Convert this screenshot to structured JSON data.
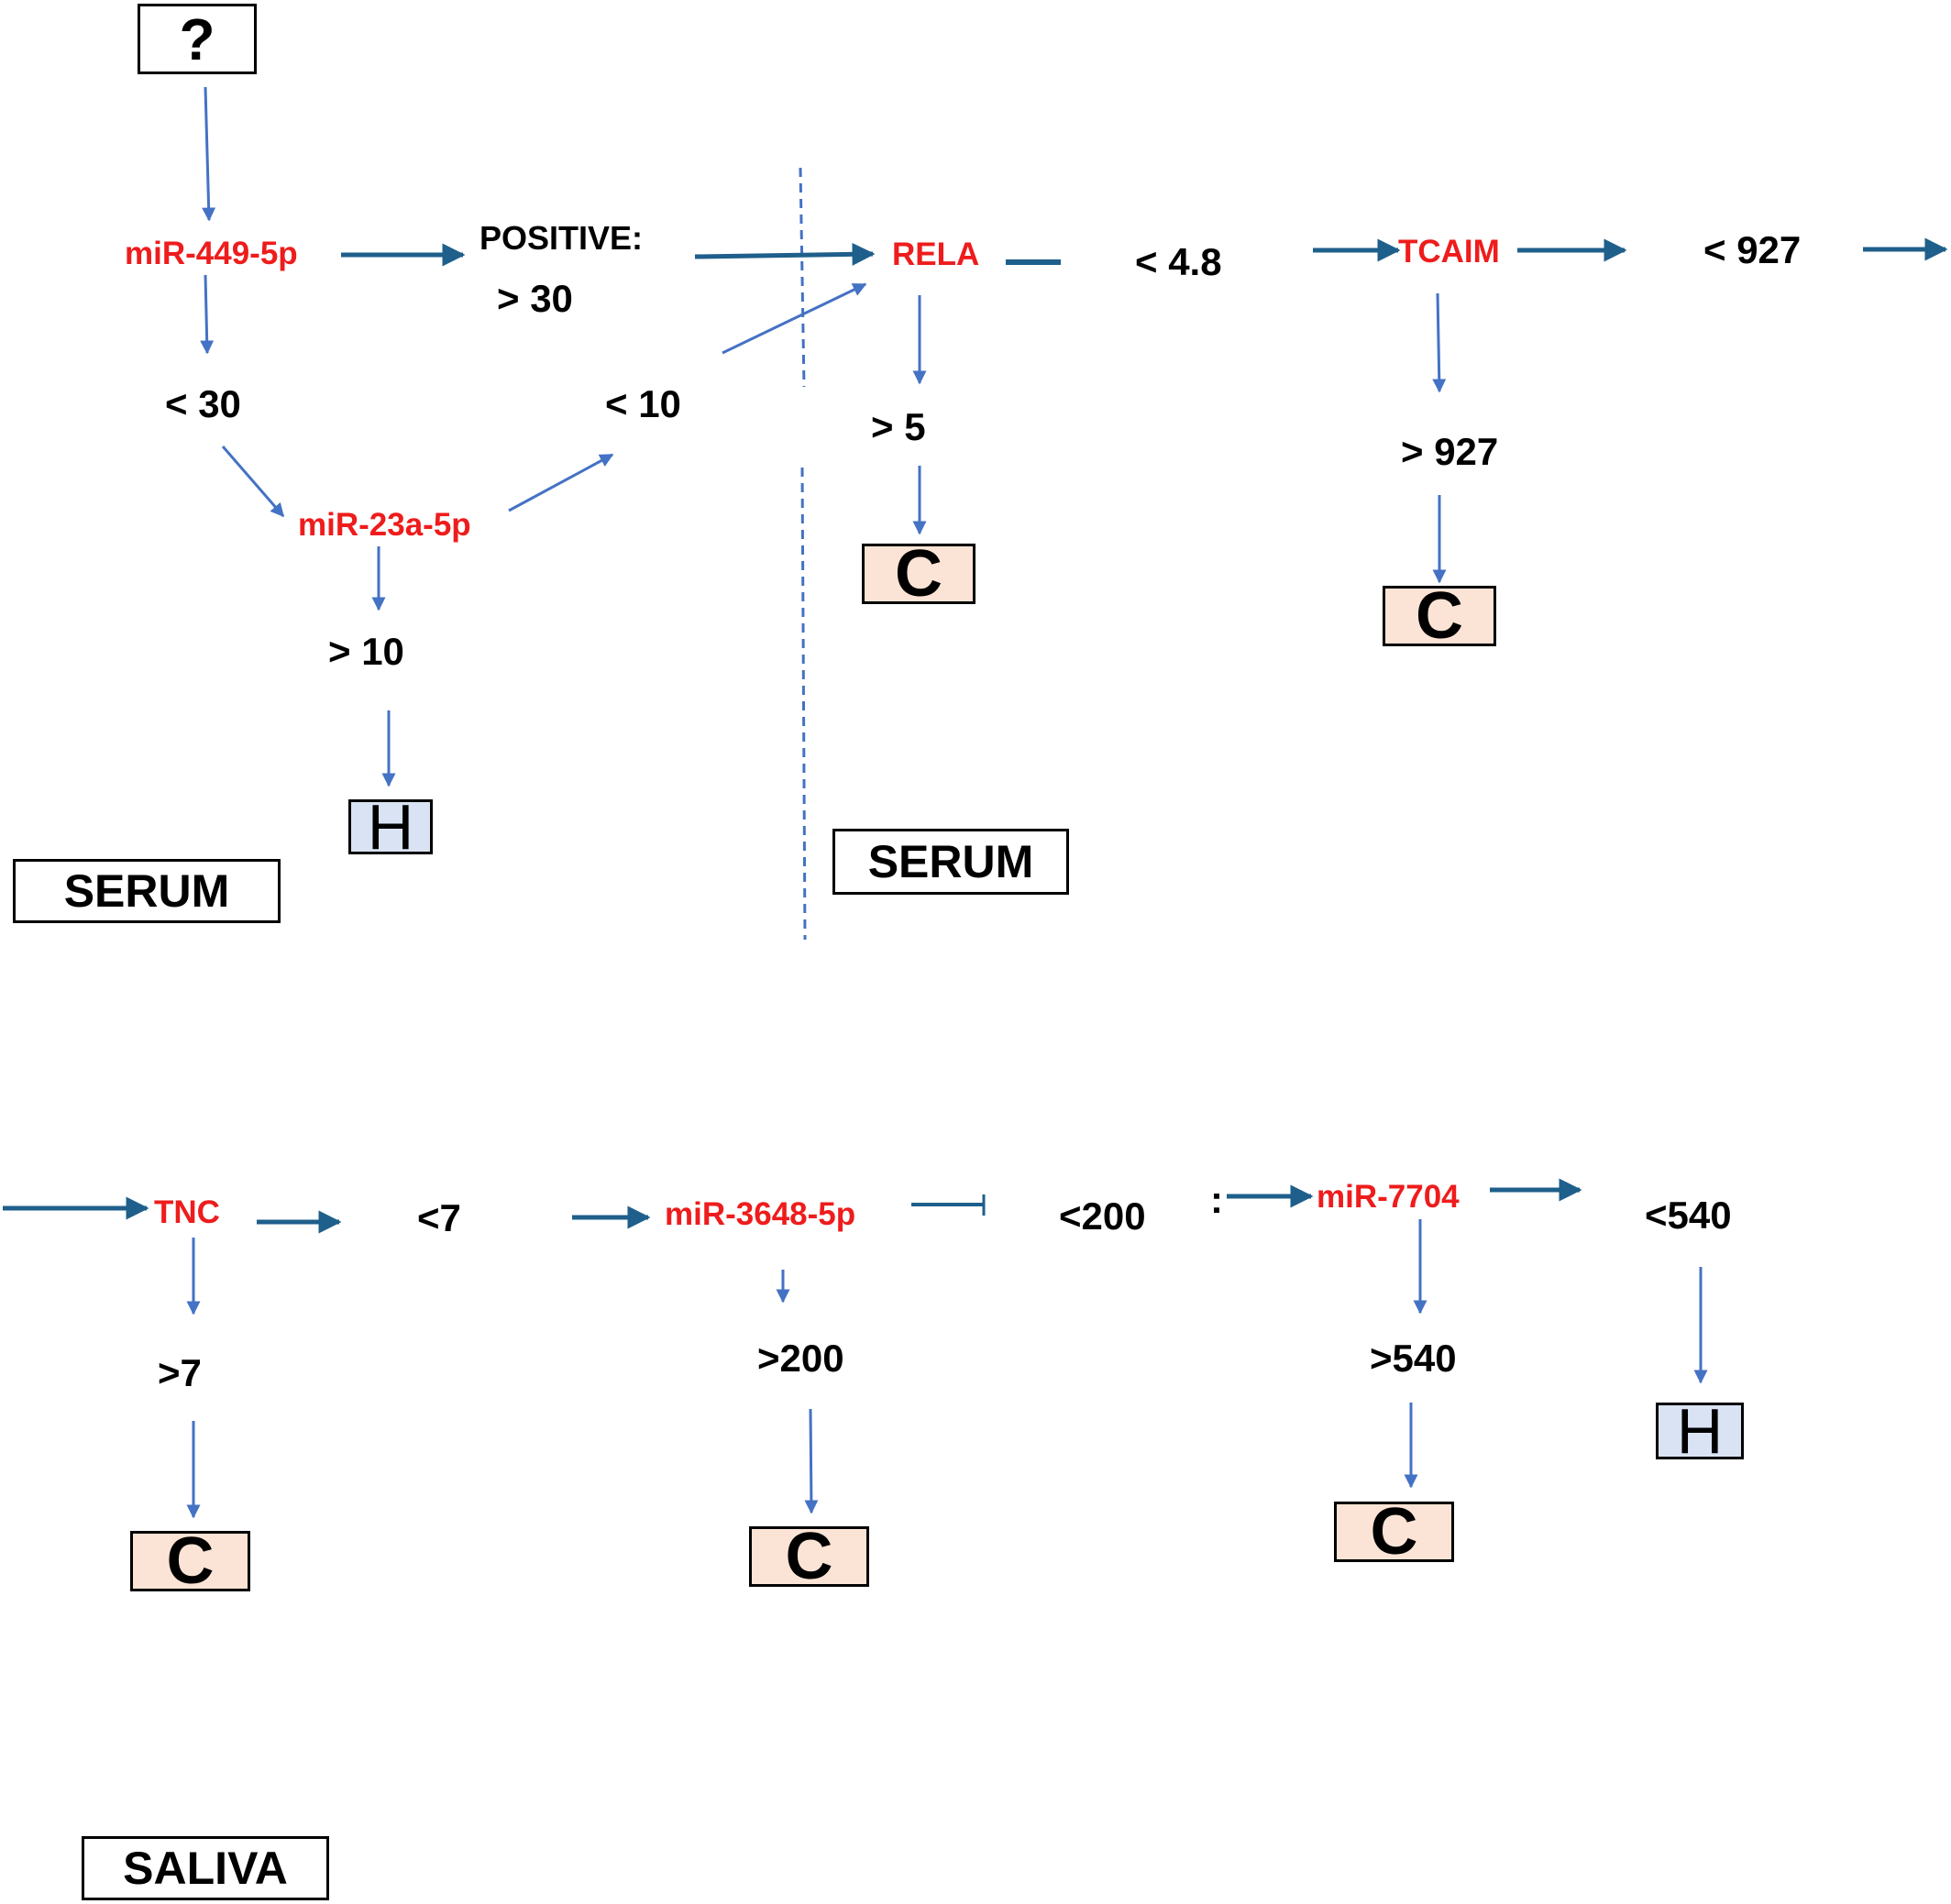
{
  "colors": {
    "node_text": "#ee1c1c",
    "threshold_text": "#000000",
    "arrow_main": "#1f5f8b",
    "arrow_branch": "#4472c4",
    "box_c_fill": "#fbe4d5",
    "box_h_fill": "#dae3f3"
  },
  "start": {
    "label": "?"
  },
  "sections": {
    "serum_left": "SERUM",
    "serum_right": "SERUM",
    "saliva": "SALIVA"
  },
  "nodes": {
    "mir449": "miR-449-5p",
    "mir23a": "miR-23a-5p",
    "rela": "RELA",
    "tcaim": "TCAIM",
    "tnc": "TNC",
    "mir3648": "miR-3648-5p",
    "mir7704": "miR-7704"
  },
  "thresholds": {
    "positive": "POSITIVE:",
    "gt30": "> 30",
    "lt30": "< 30",
    "lt10": "< 10",
    "gt10": "> 10",
    "gt5": "> 5",
    "lt4_8": "< 4.8",
    "lt927": "< 927",
    "gt927": "> 927",
    "lt7": "<7",
    "gt7": ">7",
    "lt200": "<200",
    "gt200": ">200",
    "colon": ":",
    "lt540": "<540",
    "gt540": ">540"
  },
  "outcomes": {
    "c": "C",
    "h": "H"
  }
}
